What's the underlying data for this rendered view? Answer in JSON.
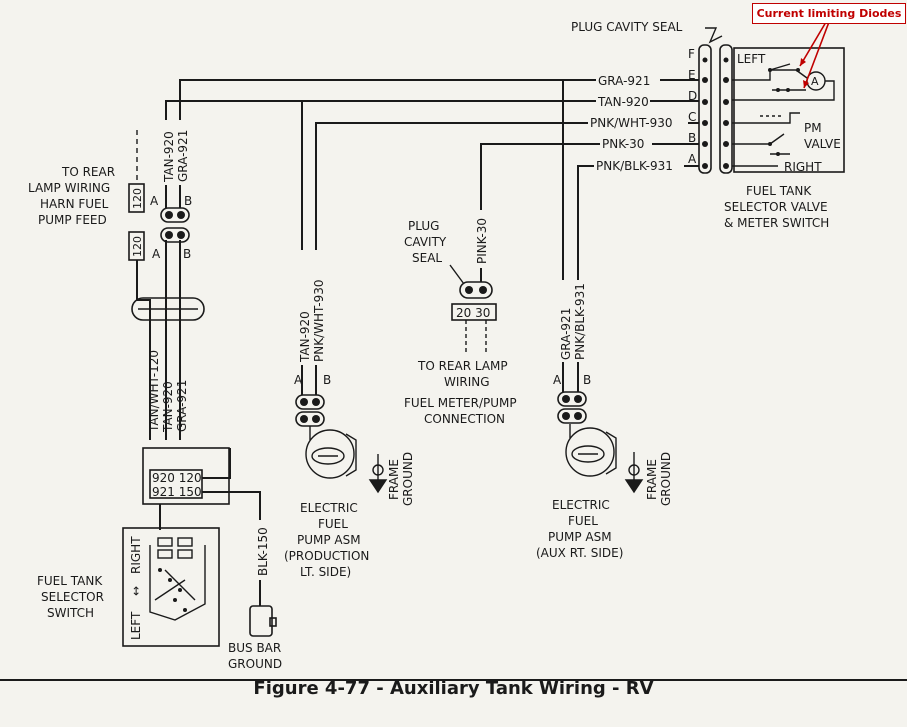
{
  "annotation": "Current limiting Diodes",
  "caption": "Figure 4-77  -  Auxiliary Tank Wiring - RV",
  "selector_valve": {
    "plug_cavity_seal": "PLUG CAVITY SEAL",
    "pins": [
      "F",
      "E",
      "D",
      "C",
      "B",
      "A"
    ],
    "wires": [
      "GRA-921",
      "TAN-920",
      "PNK/WHT-930",
      "PNK-30",
      "PNK/BLK-931"
    ],
    "left": "LEFT",
    "right": "RIGHT",
    "meter": "A",
    "pm_valve": [
      "PM",
      "VALVE"
    ],
    "title": [
      "FUEL TANK",
      "SELECTOR VALVE",
      "& METER SWITCH"
    ]
  },
  "rear_lamp_feed": {
    "label": [
      "TO REAR",
      "LAMP WIRING",
      "HARN FUEL",
      "PUMP FEED"
    ],
    "wires": [
      "TAN-920",
      "GRA-921"
    ],
    "connector_num": "120",
    "pin_a": "A",
    "pin_b": "B"
  },
  "main_harness": {
    "wires": [
      "TAN/WHT-120",
      "TAN-920",
      "GRA-921"
    ],
    "block_rows": [
      "920 120",
      "921 150"
    ]
  },
  "selector_switch": {
    "right": "RIGHT",
    "left": "LEFT",
    "label": [
      "FUEL TANK",
      "SELECTOR",
      "SWITCH"
    ]
  },
  "bus_bar": {
    "wire": "BLK-150",
    "label": [
      "BUS BAR",
      "GROUND"
    ]
  },
  "pump_left": {
    "wires": [
      "TAN-920",
      "PNK/WHT-930"
    ],
    "pin_a": "A",
    "pin_b": "B",
    "ground": [
      "FRAME",
      "GROUND"
    ],
    "label": [
      "ELECTRIC",
      "FUEL",
      "PUMP ASM",
      "(PRODUCTION",
      "LT. SIDE)"
    ]
  },
  "meter_pump_conn": {
    "plug_seal": [
      "PLUG",
      "CAVITY",
      "SEAL"
    ],
    "wire": "PINK-30",
    "pins": "20 30",
    "to_rear": [
      "TO REAR LAMP",
      "WIRING"
    ],
    "label": [
      "FUEL METER/PUMP",
      "CONNECTION"
    ]
  },
  "pump_right": {
    "wires": [
      "GRA-921",
      "PNK/BLK-931"
    ],
    "pin_a": "A",
    "pin_b": "B",
    "ground": [
      "FRAME",
      "GROUND"
    ],
    "label": [
      "ELECTRIC",
      "FUEL",
      "PUMP ASM",
      "(AUX RT. SIDE)"
    ]
  }
}
